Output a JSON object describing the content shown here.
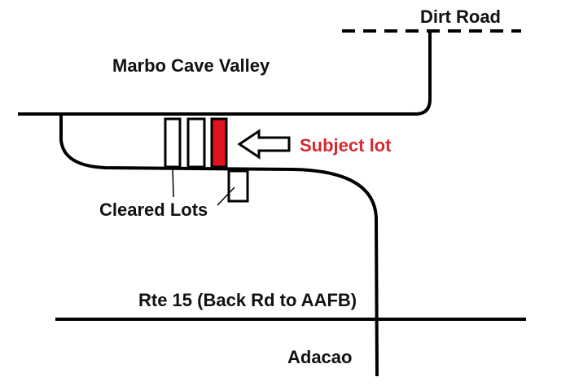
{
  "map": {
    "labels": {
      "area": "Marbo Cave Valley",
      "dirt_road": "Dirt Road",
      "subject_lot": "Subject lot",
      "cleared_lots": "Cleared Lots",
      "route": "Rte 15 (Back Rd to AAFB)",
      "village": "Adacao"
    },
    "colors": {
      "line": "#000000",
      "subject_lot_fill": "#e0141e",
      "subject_lot_text": "#d42a32",
      "text": "#111111"
    },
    "icons": {
      "pointer": "left-arrow-icon"
    }
  }
}
